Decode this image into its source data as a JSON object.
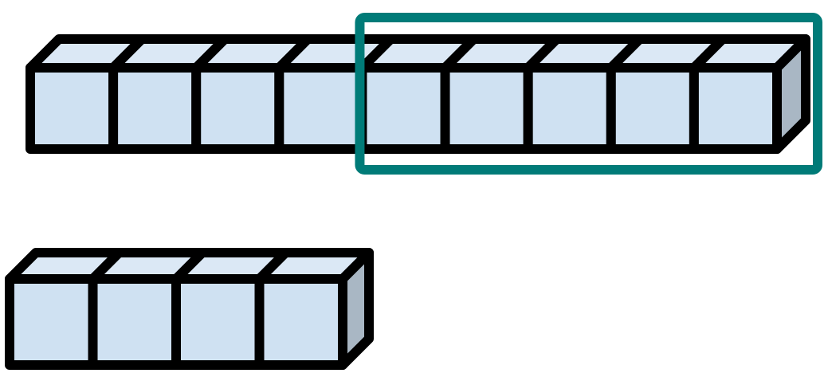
{
  "rows": [
    {
      "name": "top-row",
      "cube_count": 9,
      "highlighted_range": [
        4,
        8
      ]
    },
    {
      "name": "bottom-row",
      "cube_count": 4
    }
  ],
  "colors": {
    "front": "#cfe1f2",
    "top": "#dbe8f5",
    "side": "#a9b7c4",
    "outline": "#000000",
    "highlight": "#007b78"
  }
}
